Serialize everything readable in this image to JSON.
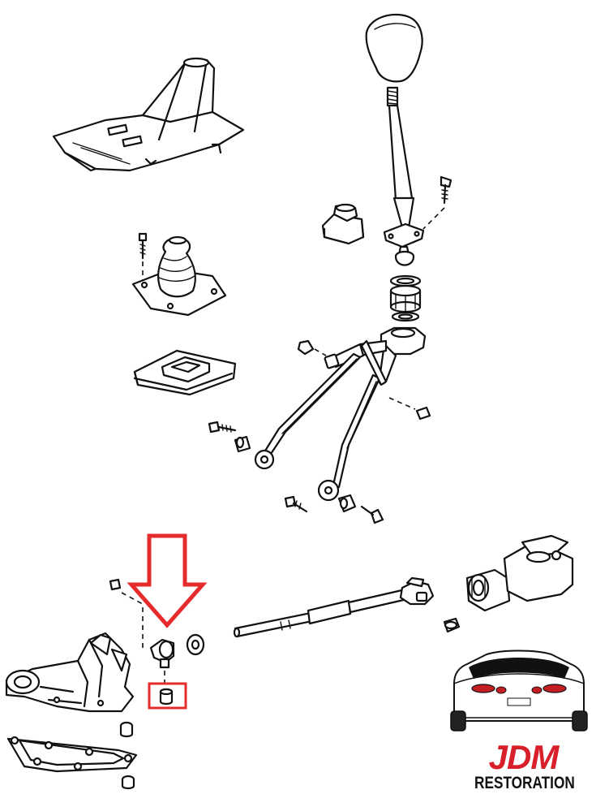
{
  "diagram": {
    "parts": [
      {
        "name": "shift-knob"
      },
      {
        "name": "shift-lever"
      },
      {
        "name": "shift-console-boot"
      },
      {
        "name": "rubber-boot-retainer"
      },
      {
        "name": "boot-seal-plate"
      },
      {
        "name": "lever-retainer-plate"
      },
      {
        "name": "bushing-stack"
      },
      {
        "name": "shift-linkage-arms"
      },
      {
        "name": "selector-rod"
      },
      {
        "name": "transmission-housing"
      },
      {
        "name": "gasket"
      },
      {
        "name": "pivot-bracket"
      },
      {
        "name": "highlighted-bushing"
      }
    ],
    "highlight": {
      "color": "#e52b2b",
      "target": "highlighted-bushing"
    }
  },
  "logo": {
    "brand": "JDM",
    "subtitle": "RESTORATION",
    "brand_color": "#d8202a",
    "car_color": "#ffffff"
  }
}
